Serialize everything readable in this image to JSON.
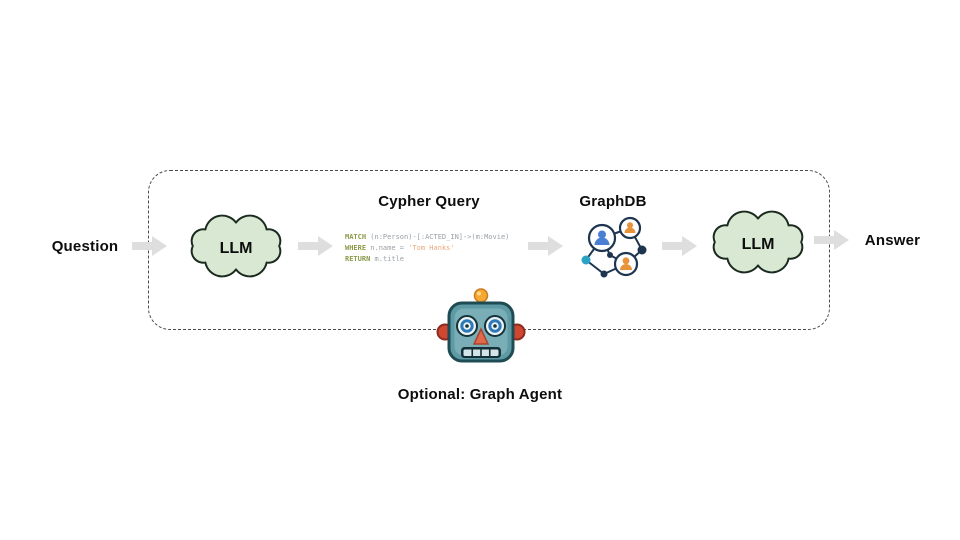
{
  "flow": {
    "question": "Question",
    "answer": "Answer",
    "llm_left": "LLM",
    "llm_right": "LLM",
    "cypher_title": "Cypher Query",
    "graphdb_title": "GraphDB",
    "agent_caption": "Optional: Graph Agent"
  },
  "code": {
    "l1_kw": "MATCH",
    "l1_rest": " (n:Person)-[:ACTED_IN]->(m:Movie)",
    "l2_kw": "WHERE",
    "l2_mid": " n.name = ",
    "l2_str": "'Tom Hanks'",
    "l3_kw": "RETURN",
    "l3_rest": " m.title"
  },
  "colors": {
    "cloud_fill": "#d8e8d2",
    "cloud_stroke": "#1b2a1f",
    "arrow": "#dedede",
    "code_keyword": "#8a9a4a",
    "code_text": "#9aa0a6",
    "code_string": "#e8a87a",
    "graph_outline": "#1e3550",
    "graph_person_blue": "#4a7fd4",
    "graph_person_orange": "#e8923a",
    "robot_head": "#5d9aa4"
  }
}
